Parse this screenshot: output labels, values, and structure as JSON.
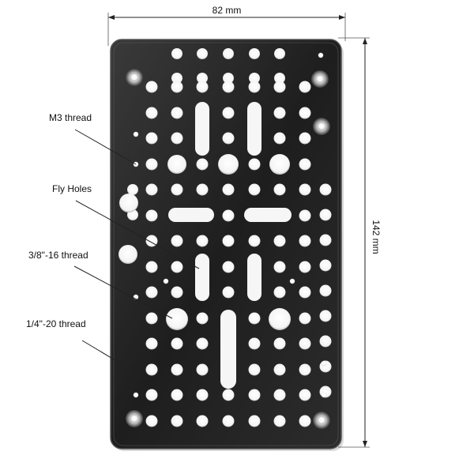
{
  "dimensions": {
    "width_label": "82 mm",
    "height_label": "142 mm"
  },
  "callouts": [
    {
      "label": "M3 thread"
    },
    {
      "label": "Fly Holes"
    },
    {
      "label": "3/8\"-16 thread"
    },
    {
      "label": "1/4\"-20 thread"
    }
  ],
  "colors": {
    "plate": "#2b2b2b",
    "plate_edge": "#4a4a4a",
    "hole": "#ffffff",
    "line": "#333333"
  }
}
